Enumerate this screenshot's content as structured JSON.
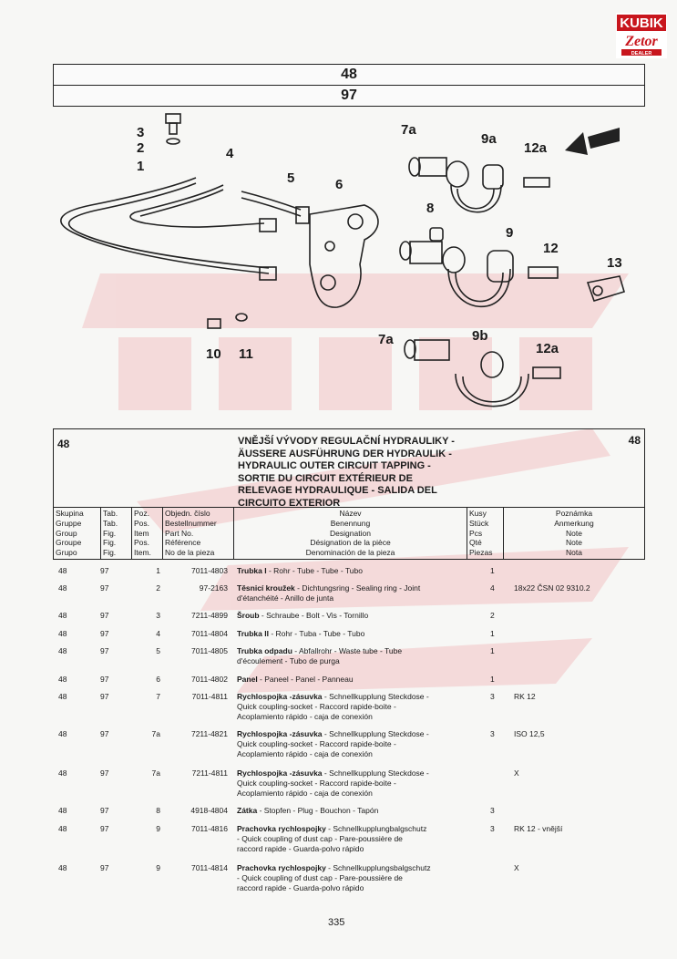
{
  "logo": {
    "line1": "KUBIK",
    "line2": "Zetor",
    "line3": "DEALER"
  },
  "header": {
    "group": "48",
    "figure": "97"
  },
  "diagram_labels": [
    "1",
    "2",
    "3",
    "4",
    "5",
    "6",
    "7a",
    "8",
    "9a",
    "9",
    "12a",
    "12",
    "13",
    "10",
    "11",
    "7a",
    "9b",
    "12a"
  ],
  "title_block": {
    "group_left": "48",
    "group_right": "48",
    "title_lines": [
      "VNĚJŠÍ VÝVODY REGULAČNÍ HYDRAULIKY -",
      "ÄUSSERE AUSFÜHRUNG DER HYDRAULIK -",
      "HYDRAULIC OUTER CIRCUIT TAPPING -",
      "SORTIE DU CIRCUIT EXTÉRIEUR DE",
      "RELEVAGE HYDRAULIQUE - SALIDA DEL",
      "CIRCUITO EXTERIOR"
    ]
  },
  "columns": [
    {
      "key": "group",
      "lines": [
        "Skupina",
        "Gruppe",
        "Group",
        "Groupe",
        "Grupo"
      ]
    },
    {
      "key": "tab",
      "lines": [
        "Tab.",
        "Tab.",
        "Fig.",
        "Fig.",
        "Fig."
      ]
    },
    {
      "key": "pos",
      "lines": [
        "Poz.",
        "Pos.",
        "Item",
        "Pos.",
        "Item."
      ]
    },
    {
      "key": "ref",
      "lines": [
        "Objedn. číslo",
        "Bestellnummer",
        "Part No.",
        "Référence",
        "No de la pieza"
      ]
    },
    {
      "key": "desc",
      "lines": [
        "Název",
        "Benennung",
        "Designation",
        "Désignation de la pièce",
        "Denominación de la pieza"
      ]
    },
    {
      "key": "qty",
      "lines": [
        "Kusy",
        "Stück",
        "Pcs",
        "Qté",
        "Piezas"
      ]
    },
    {
      "key": "note",
      "lines": [
        "Poznámka",
        "Anmerkung",
        "Note",
        "Note",
        "Nota"
      ]
    }
  ],
  "rows": [
    {
      "group": "48",
      "tab": "97",
      "pos": "1",
      "ref": "7011-4803",
      "name": "Trubka I",
      "desc": [
        " - Rohr - Tube - Tube - Tubo"
      ],
      "qty": "1",
      "note": ""
    },
    {
      "group": "48",
      "tab": "97",
      "pos": "2",
      "ref": "97-2163",
      "name": "Těsnicí kroužek",
      "desc": [
        " - Dichtungsring - Sealing ring - Joint",
        "d'étanchéité - Anillo de junta"
      ],
      "qty": "4",
      "note": "18x22 ČSN 02 9310.2"
    },
    {
      "group": "48",
      "tab": "97",
      "pos": "3",
      "ref": "7211-4899",
      "name": "Šroub",
      "desc": [
        " - Schraube - Bolt - Vis - Tornillo"
      ],
      "qty": "2",
      "note": ""
    },
    {
      "group": "48",
      "tab": "97",
      "pos": "4",
      "ref": "7011-4804",
      "name": "Trubka II",
      "desc": [
        " - Rohr - Tuba - Tube - Tubo"
      ],
      "qty": "1",
      "note": ""
    },
    {
      "group": "48",
      "tab": "97",
      "pos": "5",
      "ref": "7011-4805",
      "name": "Trubka odpadu",
      "desc": [
        " - Abfallrohr - Waste tube - Tube",
        "d'écoulement - Tubo de purga"
      ],
      "qty": "1",
      "note": ""
    },
    {
      "group": "48",
      "tab": "97",
      "pos": "6",
      "ref": "7011-4802",
      "name": "Panel",
      "desc": [
        " - Paneel - Panel - Panneau"
      ],
      "qty": "1",
      "note": ""
    },
    {
      "group": "48",
      "tab": "97",
      "pos": "7",
      "ref": "7011-4811",
      "name": "Rychlospojka -zásuvka",
      "desc": [
        " - Schnellkupplung Steckdose -",
        "Quick coupling-socket - Raccord rapide-boite -",
        "Acoplamiento rápido - caja de conexión"
      ],
      "qty": "3",
      "note": "RK 12"
    },
    {
      "group": "48",
      "tab": "97",
      "pos": "7a",
      "ref": "7211-4821",
      "name": "Rychlospojka -zásuvka",
      "desc": [
        " - Schnellkupplung Steckdose -",
        "Quick coupling-socket - Raccord rapide-boite -",
        "Acoplamiento rápido - caja de conexión"
      ],
      "qty": "3",
      "note": "ISO 12,5"
    },
    {
      "group": "48",
      "tab": "97",
      "pos": "7a",
      "ref": "7211-4811",
      "name": "Rychlospojka -zásuvka",
      "desc": [
        " - Schnellkupplung Steckdose -",
        "Quick coupling-socket - Raccord rapide-boite -",
        "Acoplamiento rápido - caja de conexión"
      ],
      "qty": "",
      "note": "X"
    },
    {
      "group": "48",
      "tab": "97",
      "pos": "8",
      "ref": "4918-4804",
      "name": "Zátka",
      "desc": [
        " - Stopfen - Plug - Bouchon - Tapón"
      ],
      "qty": "3",
      "note": ""
    },
    {
      "group": "48",
      "tab": "97",
      "pos": "9",
      "ref": "7011-4816",
      "name": "Prachovka rychlospojky",
      "desc": [
        " - Schnellkupplungbalgschutz",
        "- Quick coupling of dust cap - Pare-poussière de",
        "raccord rapide - Guarda-polvo rápido"
      ],
      "qty": "3",
      "note": "RK 12 - vnější"
    },
    {
      "group": "48",
      "tab": "97",
      "pos": "9",
      "ref": "7011-4814",
      "name": "Prachovka rychlospojky",
      "desc": [
        " - Schnellkupplungsbalgschutz",
        "- Quick coupling of dust cap - Pare-poussière de",
        "raccord rapide - Guarda-polvo rápido"
      ],
      "qty": "",
      "note": "X"
    }
  ],
  "page_number": "335"
}
